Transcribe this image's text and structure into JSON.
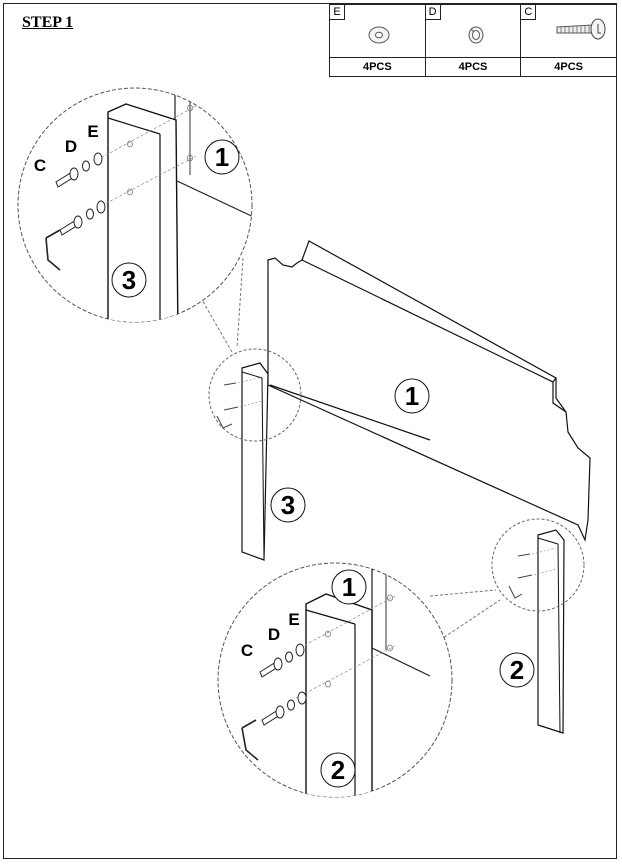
{
  "step_title": "STEP 1",
  "parts": [
    {
      "letter": "E",
      "qty": "4PCS",
      "icon": "washer-icon"
    },
    {
      "letter": "D",
      "qty": "4PCS",
      "icon": "lock-washer-icon"
    },
    {
      "letter": "C",
      "qty": "4PCS",
      "icon": "bolt-icon"
    }
  ],
  "callouts": {
    "c": "C",
    "d": "D",
    "e": "E"
  },
  "numbers": {
    "headboard": "1",
    "right_leg": "2",
    "left_leg": "3"
  }
}
